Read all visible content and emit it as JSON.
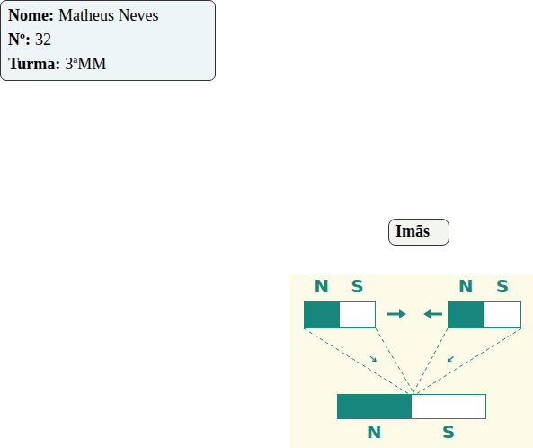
{
  "diagram": {
    "nodes": [
      {
        "text": [
          "Nome:",
          "Matheus Neves",
          "Nº:",
          "32",
          "Turma:",
          "3ªMM"
        ]
      },
      {
        "text": [
          "Imãs"
        ]
      },
      {
        "text": [
          "N",
          "S"
        ]
      },
      {
        "text": [
          "N",
          "S"
        ]
      },
      {
        "text": [
          "N",
          "S"
        ]
      }
    ],
    "edges": [
      {
        "from": 2,
        "to": 4,
        "arrow": "to"
      },
      {
        "from": 3,
        "to": 4,
        "arrow": "to"
      }
    ]
  }
}
